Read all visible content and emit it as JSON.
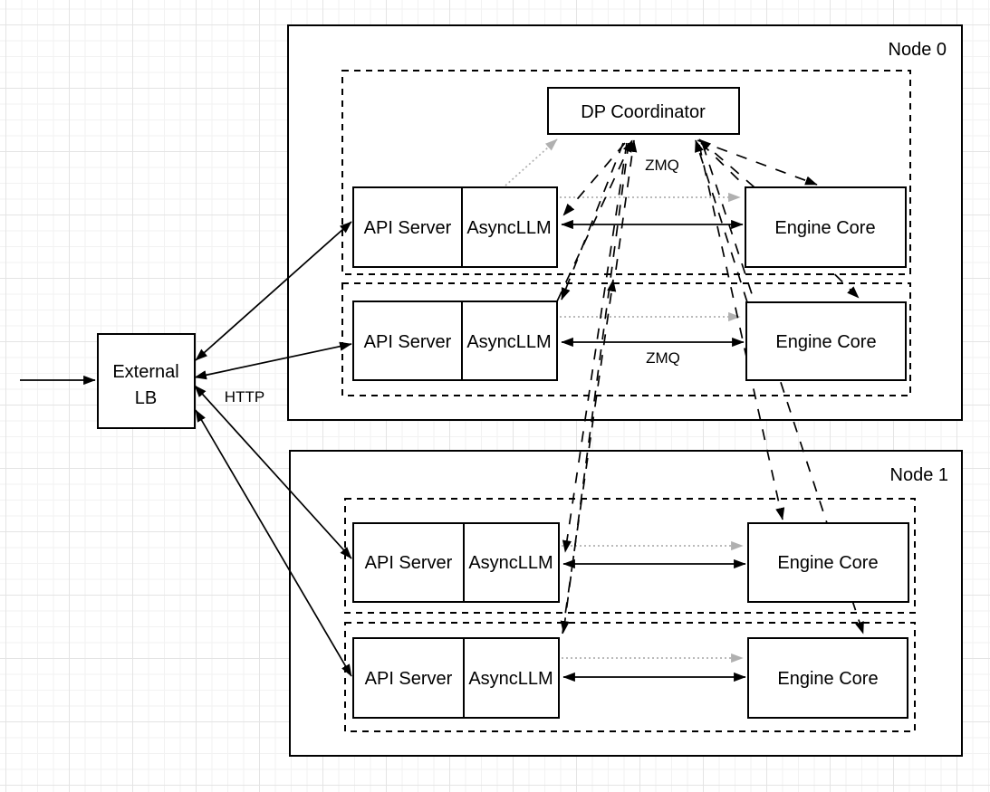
{
  "lb": {
    "line1": "External",
    "line2": "LB"
  },
  "coordinator": {
    "label": "DP Coordinator"
  },
  "node0": {
    "label": "Node 0",
    "rows": [
      {
        "api_server": "API Server",
        "async_llm": "AsyncLLM",
        "engine_core": "Engine Core"
      },
      {
        "api_server": "API Server",
        "async_llm": "AsyncLLM",
        "engine_core": "Engine Core"
      }
    ]
  },
  "node1": {
    "label": "Node 1",
    "rows": [
      {
        "api_server": "API Server",
        "async_llm": "AsyncLLM",
        "engine_core": "Engine Core"
      },
      {
        "api_server": "API Server",
        "async_llm": "AsyncLLM",
        "engine_core": "Engine Core"
      }
    ]
  },
  "labels": {
    "http": "HTTP",
    "zmq_upper": "ZMQ",
    "zmq_lower": "ZMQ"
  },
  "colors": {
    "line_black": "#000000",
    "dotted_gray_arrow": "#b0b0b0",
    "box_fill": "#ffffff",
    "grid_minor": "#f2f2f2",
    "grid_major": "#e4e4e4"
  },
  "edges": [
    {
      "from": "client",
      "to": "external-lb",
      "style": "solid-arrow"
    },
    {
      "from": "external-lb",
      "to": "node0/api-server-0",
      "style": "solid-bidirectional",
      "label": "HTTP"
    },
    {
      "from": "external-lb",
      "to": "node0/api-server-1",
      "style": "solid-bidirectional",
      "label": "HTTP"
    },
    {
      "from": "external-lb",
      "to": "node1/api-server-0",
      "style": "solid-bidirectional",
      "label": "HTTP"
    },
    {
      "from": "external-lb",
      "to": "node1/api-server-1",
      "style": "solid-bidirectional",
      "label": "HTTP"
    },
    {
      "from": "node0/async-llm-0",
      "to": "node0/engine-core-0",
      "style": "solid-bidirectional",
      "label": "ZMQ"
    },
    {
      "from": "node0/async-llm-1",
      "to": "node0/engine-core-1",
      "style": "solid-bidirectional",
      "label": "ZMQ"
    },
    {
      "from": "node1/async-llm-0",
      "to": "node1/engine-core-0",
      "style": "solid-bidirectional",
      "label": "ZMQ"
    },
    {
      "from": "node1/async-llm-1",
      "to": "node1/engine-core-1",
      "style": "solid-bidirectional",
      "label": "ZMQ"
    },
    {
      "from": "node0/async-llm-0",
      "to": "dp-coordinator",
      "style": "dotted-gray"
    },
    {
      "from": "node0/async-llm-0",
      "to": "node0/engine-core-0",
      "style": "dotted-gray"
    },
    {
      "from": "node0/async-llm-1",
      "to": "node0/engine-core-1",
      "style": "dotted-gray"
    },
    {
      "from": "node1/async-llm-0",
      "to": "node1/engine-core-0",
      "style": "dotted-gray"
    },
    {
      "from": "node1/async-llm-1",
      "to": "node1/engine-core-1",
      "style": "dotted-gray"
    },
    {
      "from": "dp-coordinator",
      "to": "node0/async-llm-0",
      "style": "dashed",
      "label": "ZMQ"
    },
    {
      "from": "dp-coordinator",
      "to": "node0/async-llm-1",
      "style": "dashed"
    },
    {
      "from": "dp-coordinator",
      "to": "node1/async-llm-0",
      "style": "dashed"
    },
    {
      "from": "dp-coordinator",
      "to": "node1/async-llm-1",
      "style": "dashed"
    },
    {
      "from": "node0/async-llm-1",
      "to": "dp-coordinator",
      "style": "dashed"
    },
    {
      "from": "node1/async-llm-1",
      "to": "dp-coordinator",
      "style": "dashed"
    },
    {
      "from": "dp-coordinator",
      "to": "node0/engine-core-0",
      "style": "dashed"
    },
    {
      "from": "dp-coordinator",
      "to": "node0/engine-core-1",
      "style": "dashed"
    },
    {
      "from": "dp-coordinator",
      "to": "node1/engine-core-0",
      "style": "dashed"
    },
    {
      "from": "dp-coordinator",
      "to": "node1/engine-core-1",
      "style": "dashed"
    },
    {
      "from": "node0/engine-core-0",
      "to": "dp-coordinator",
      "style": "dashed"
    },
    {
      "from": "node0/engine-core-1",
      "to": "dp-coordinator",
      "style": "dashed"
    }
  ]
}
